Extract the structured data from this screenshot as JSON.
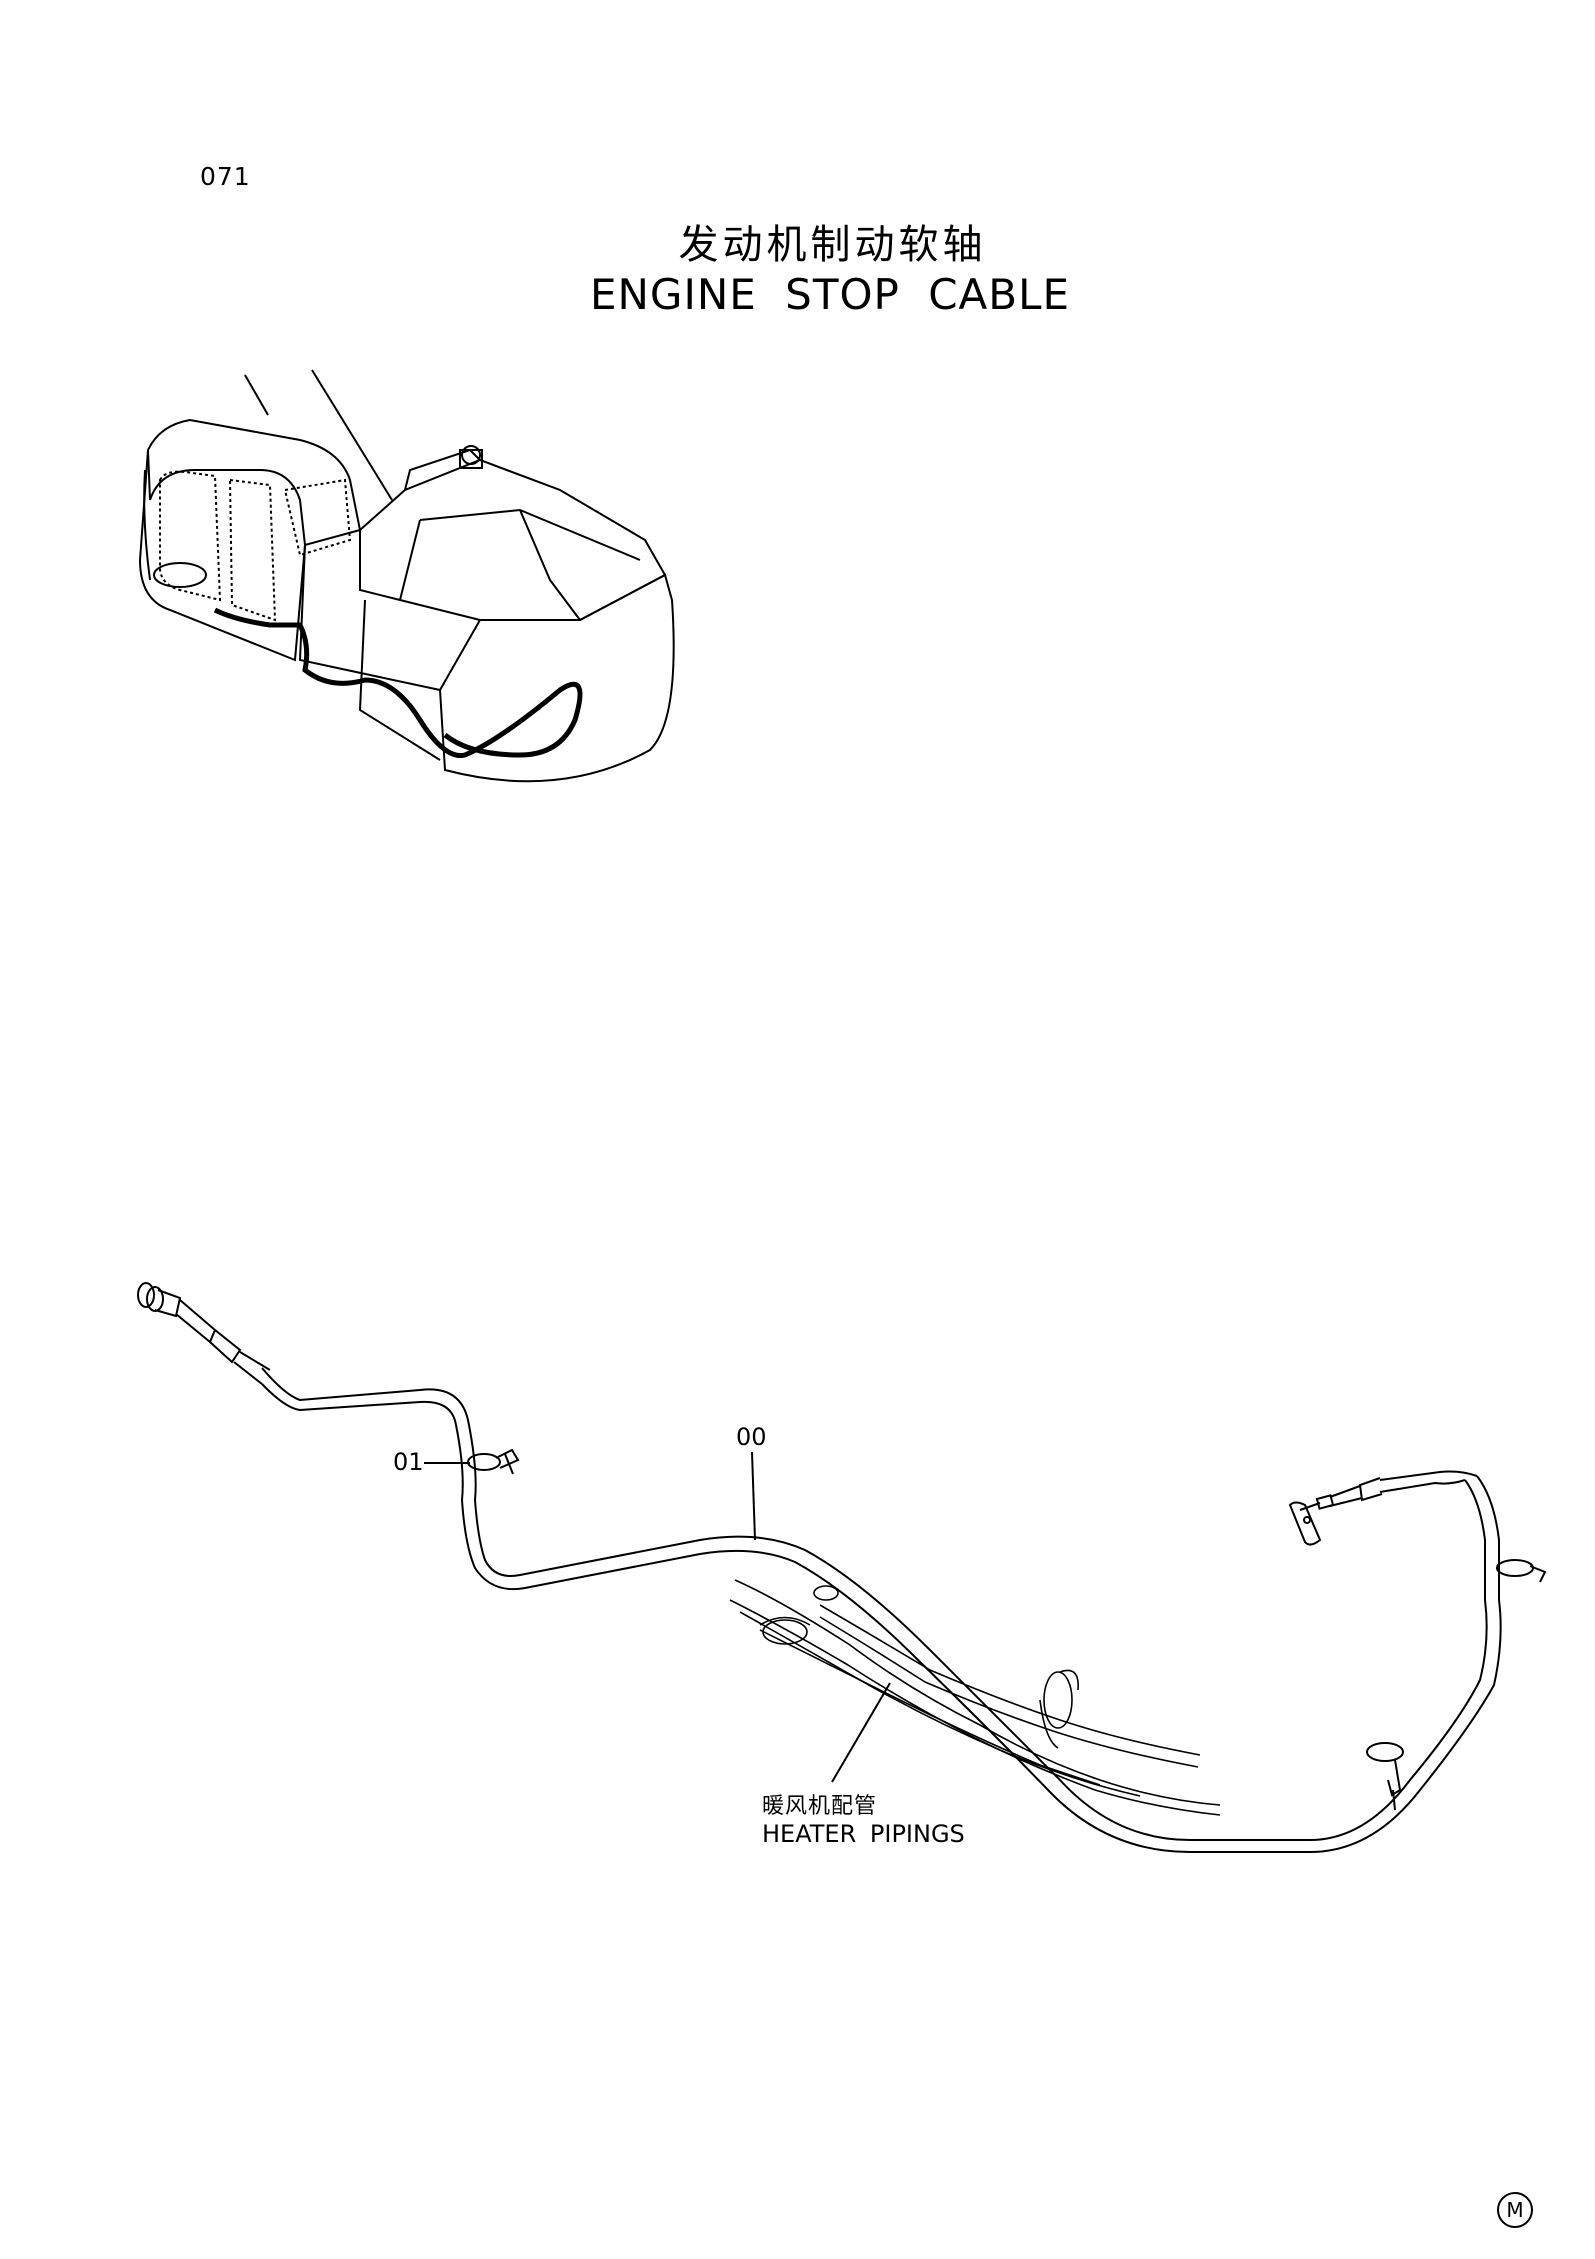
{
  "page": {
    "number": "071"
  },
  "title": {
    "chinese": "发动机制动软轴",
    "english": "ENGINE STOP CABLE"
  },
  "callouts": {
    "part_00": "00",
    "part_01": "01"
  },
  "heater_pipings": {
    "chinese": "暖风机配管",
    "english": "HEATER PIPINGS"
  },
  "mark": {
    "symbol": "M"
  }
}
